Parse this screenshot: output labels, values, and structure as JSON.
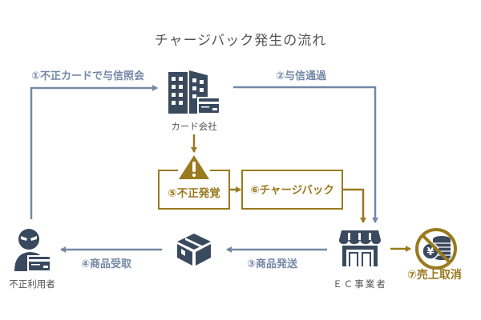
{
  "title": "チャージバック発生の流れ",
  "colors": {
    "flow_blue": "#7488a6",
    "icon_navy": "#3a4a5e",
    "fraud_gold": "#9a7a1e",
    "text_gray": "#555555"
  },
  "nodes": {
    "card_company": {
      "label": "カード会社",
      "icon": "building-with-card-icon"
    },
    "fraud_user": {
      "label": "不正利用者",
      "icon": "masked-person-with-card-icon"
    },
    "package": {
      "label": "",
      "icon": "package-box-icon"
    },
    "ec_merchant": {
      "label": "ＥＣ事業者",
      "icon": "storefront-icon"
    },
    "sales_cancel": {
      "label": "⑦売上取消",
      "icon": "no-yen-coins-icon"
    }
  },
  "steps": {
    "step1": "①不正カードで与信照会",
    "step2": "②与信通過",
    "step3": "③商品発送",
    "step4": "④商品受取",
    "step5": "⑤不正発覚",
    "step6": "⑥チャージバック",
    "step7": "⑦売上取消"
  },
  "icons": {
    "warning": "warning-triangle-icon"
  }
}
